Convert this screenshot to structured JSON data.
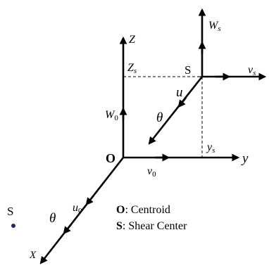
{
  "labels": {
    "z_axis": "Z",
    "y_axis": "y",
    "x_axis": "X",
    "origin": "O",
    "w0": "W",
    "w0_sub": "0",
    "v0": "v",
    "v0_sub": "0",
    "u0": "u",
    "u0_sub": "0",
    "theta_lower": "θ",
    "zs": "Z",
    "zs_sub": "s",
    "ys": "y",
    "ys_sub": "s",
    "shear_point": "S",
    "ws": "W",
    "ws_sub": "s",
    "vs": "v",
    "vs_sub": "s",
    "u_shear": "u",
    "theta_shear": "θ",
    "legend_point": "S"
  },
  "legend": {
    "centroid_key": "O",
    "centroid_text": ": Centroid",
    "shear_key": "S",
    "shear_text": ": Shear Center"
  },
  "colors": {
    "ink": "#000000",
    "marker_dot": "#1f2a6b",
    "background": "#ffffff"
  }
}
